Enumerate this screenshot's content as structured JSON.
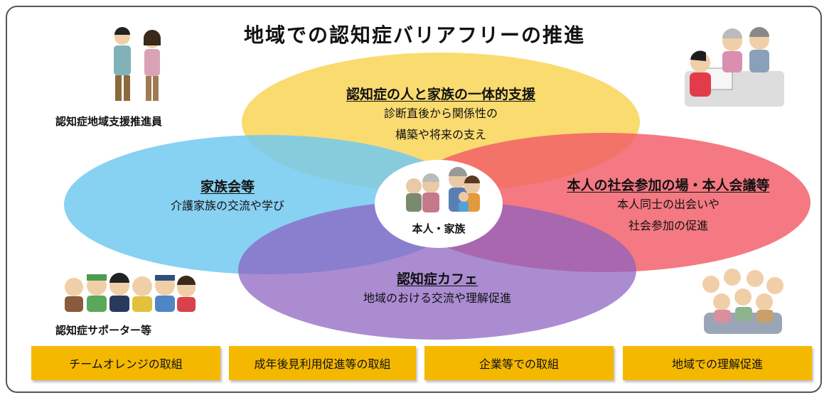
{
  "title": "地域での認知症バリアフリーの推進",
  "center": {
    "label": "本人・家族"
  },
  "ellipses": {
    "top": {
      "heading": "認知症の人と家族の一体的支援",
      "line1": "診断直後から関係性の",
      "line2": "構築や将来の支え",
      "color": "#f9d65c"
    },
    "left": {
      "heading": "家族会等",
      "line1": "介護家族の交流や学び",
      "color": "#7ecff2"
    },
    "right": {
      "heading": "本人の社会参加の場・本人会議等",
      "line1": "本人同士の出会いや",
      "line2": "社会参加の促進",
      "color": "#f26b74"
    },
    "bottom": {
      "heading": "認知症カフェ",
      "line1": "地域のおける交流や理解促進",
      "color": "#9e77c7"
    }
  },
  "side_labels": {
    "top_left": "認知症地域支援推進員",
    "bottom_left": "認知症サポーター等"
  },
  "buttons": [
    "チームオレンジの取組",
    "成年後見利用促進等の取組",
    "企業等での取組",
    "地域での理解促進"
  ],
  "colors": {
    "button": "#f5b800",
    "frame": "#555555"
  }
}
